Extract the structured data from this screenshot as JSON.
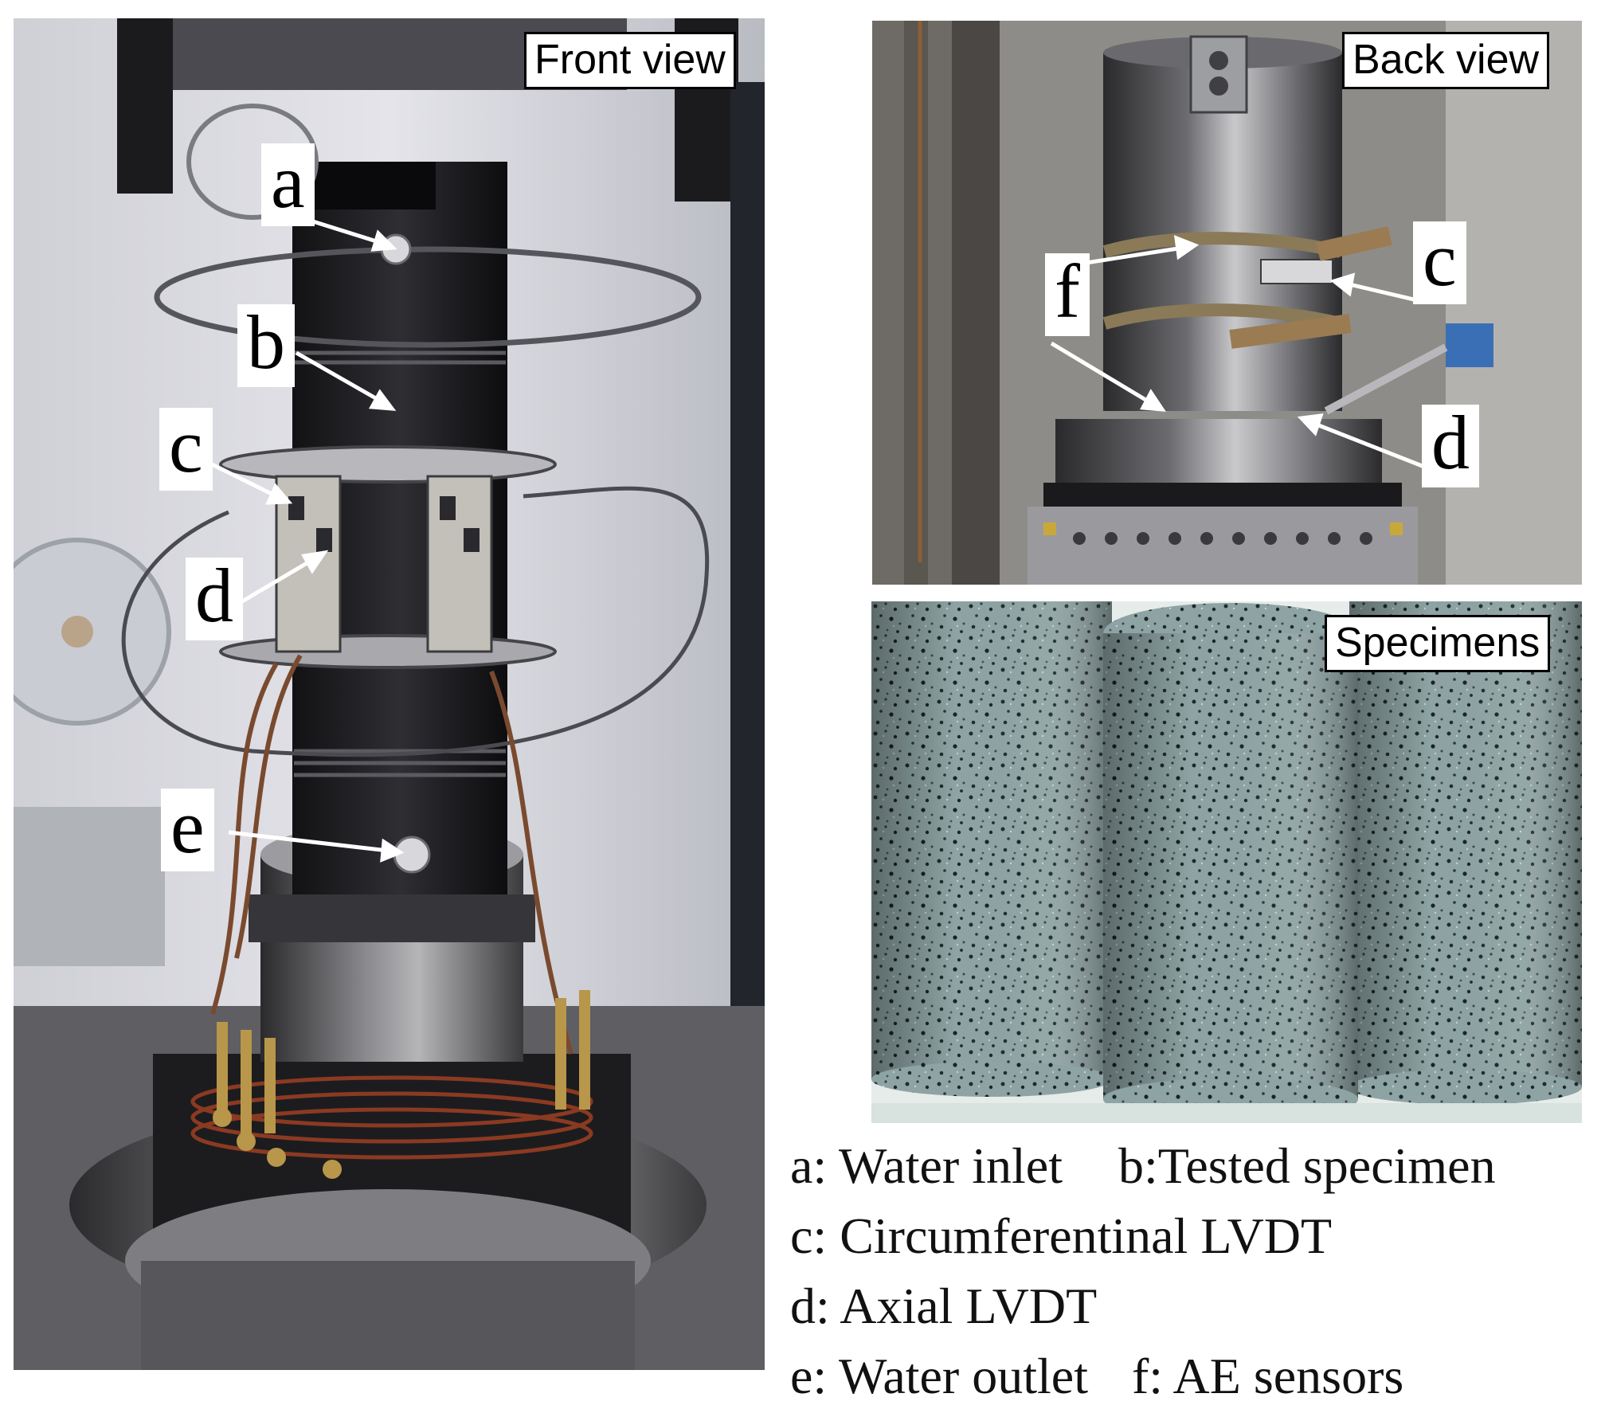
{
  "panels": {
    "front": {
      "title": "Front view"
    },
    "back": {
      "title": "Back view"
    },
    "specimens": {
      "title": "Specimens"
    }
  },
  "labels": {
    "a": "a",
    "b": "b",
    "c": "c",
    "d": "d",
    "e": "e",
    "f": "f"
  },
  "legend": {
    "line1_left": "a: Water inlet",
    "line1_right": "b:Tested specimen",
    "line2": "c: Circumferentinal LVDT",
    "line3": "d: Axial LVDT",
    "line4_left": "e: Water outlet",
    "line4_right": "f: AE sensors"
  }
}
